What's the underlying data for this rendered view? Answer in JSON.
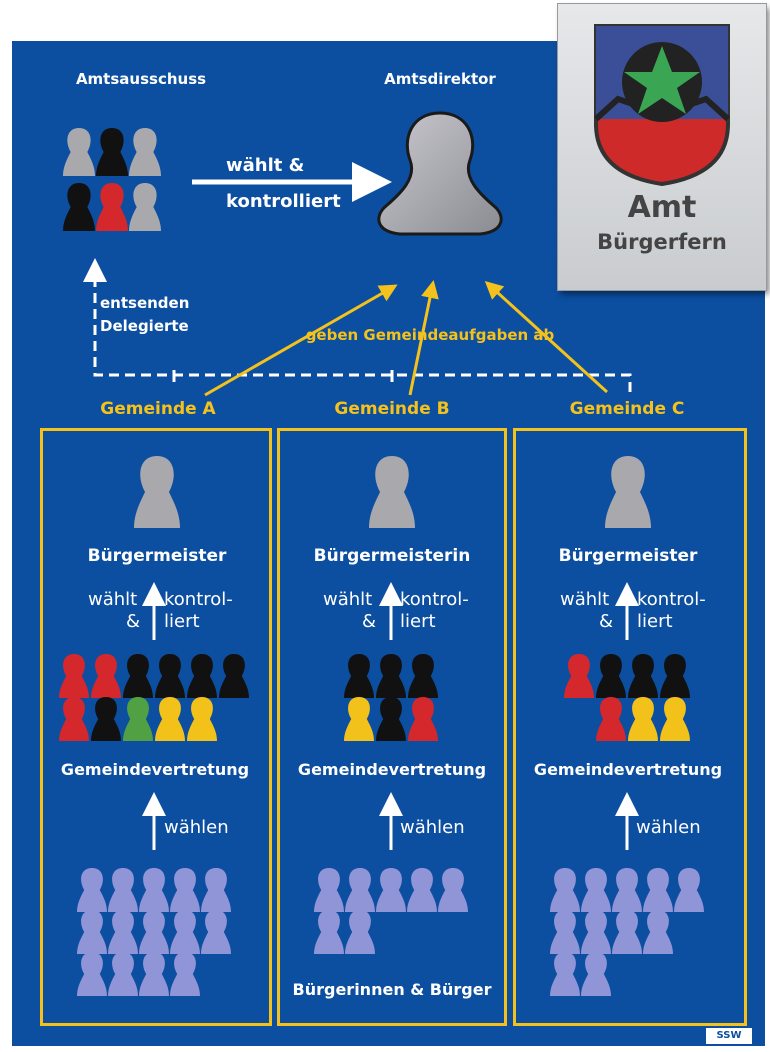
{
  "colors": {
    "background": "#0c4ea0",
    "accent": "#f5c21b",
    "person_gray": "#a9a9ad",
    "citizen": "#8f95d6"
  },
  "top": {
    "amtsausschuss": "Amtsausschuss",
    "amtsdirektor": "Amtsdirektor",
    "arrow_label_1": "wählt &",
    "arrow_label_2": "kontrolliert",
    "delegates_1": "entsenden",
    "delegates_2": "Delegierte",
    "hand_over": "geben Gemeindeaufgaben ab",
    "amtsausschuss_members": [
      "gray",
      "black",
      "gray",
      "black",
      "red",
      "gray"
    ]
  },
  "plaque": {
    "line1": "Amt",
    "line2": "Bürgerfern"
  },
  "logo": "SSW",
  "communities": [
    {
      "name": "Gemeinde A",
      "head": "Bürgermeister",
      "elects_left_1": "wählt",
      "elects_left_2": "&",
      "controls_1": "kontrol-",
      "controls_2": "liert",
      "council": "Gemeindevertretung",
      "vote": "wählen",
      "council_members": [
        [
          "red",
          "red",
          "black",
          "black",
          "black",
          "black"
        ],
        [
          "red",
          "black",
          "green",
          "yellow",
          "yellow"
        ]
      ],
      "citizens": [
        5,
        5,
        4
      ]
    },
    {
      "name": "Gemeinde B",
      "head": "Bürgermeisterin",
      "elects_left_1": "wählt",
      "elects_left_2": "&",
      "controls_1": "kontrol-",
      "controls_2": "liert",
      "council": "Gemeindevertretung",
      "vote": "wählen",
      "council_members": [
        [
          "black",
          "black",
          "black"
        ],
        [
          "yellow",
          "black",
          "red"
        ]
      ],
      "citizens": [
        5,
        2
      ],
      "citizens_label": "Bürgerinnen & Bürger"
    },
    {
      "name": "Gemeinde C",
      "head": "Bürgermeister",
      "elects_left_1": "wählt",
      "elects_left_2": "&",
      "controls_1": "kontrol-",
      "controls_2": "liert",
      "council": "Gemeindevertretung",
      "vote": "wählen",
      "council_members": [
        [
          "red",
          "black",
          "black",
          "black"
        ],
        [
          "red",
          "yellow",
          "yellow"
        ]
      ],
      "citizens": [
        5,
        4,
        2
      ]
    }
  ]
}
